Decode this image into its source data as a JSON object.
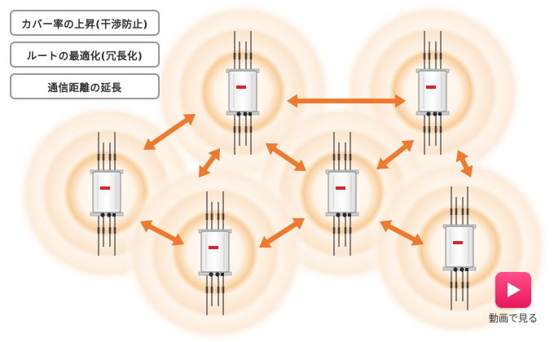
{
  "features": [
    {
      "label": "カバー率の上昇(干渉防止)"
    },
    {
      "label": "ルートの最適化(冗長化)"
    },
    {
      "label": "通信距離の延長"
    }
  ],
  "video_link": {
    "label": "動画で見る",
    "icon": "play-icon"
  },
  "access_point": {
    "badge_text": "",
    "icon": "wireless-access-point"
  },
  "colors": {
    "signal_ring": "#f6c08a",
    "signal_fill": "#fff3e6",
    "link_arrow": "#ee7a2f",
    "label_border": "#9a9a9a",
    "badge_red": "#d7262e",
    "play_button": "#f0306e"
  }
}
